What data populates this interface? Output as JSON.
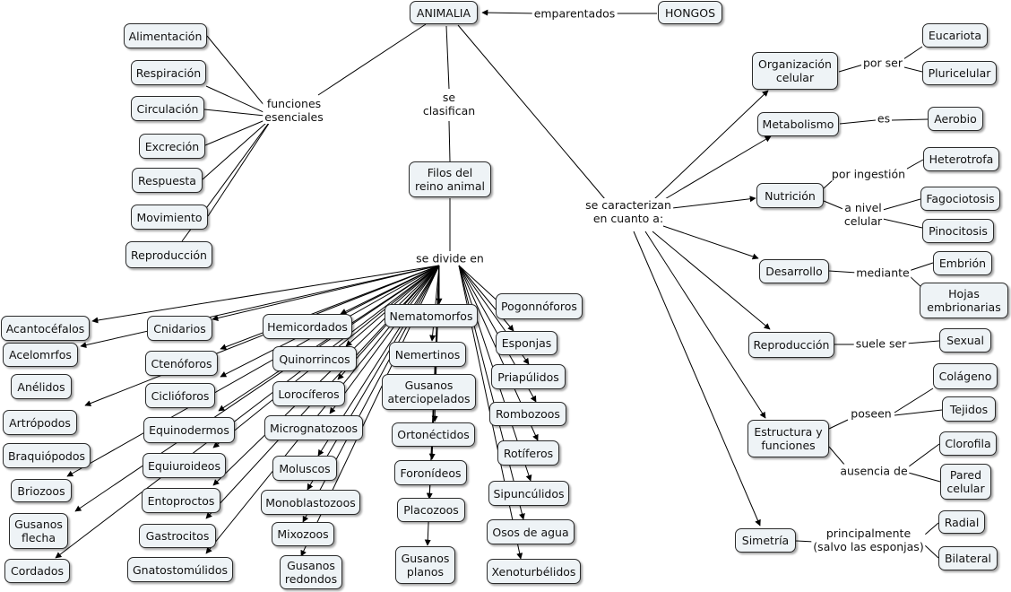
{
  "nodes": {
    "animalia": "ANIMALIA",
    "hongos": "HONGOS",
    "alimentacion": "Alimentación",
    "respiracion": "Respiración",
    "circulacion": "Circulación",
    "excrecion": "Excreción",
    "respuesta": "Respuesta",
    "movimiento": "Movimiento",
    "reproduccion_fn": "Reproducción",
    "filos": "Filos del\nreino animal",
    "acantocefalos": "Acantocéfalos",
    "acelomorfos": "Acelomrfos",
    "anelidos": "Anélidos",
    "artropodos": "Artrópodos",
    "braquiopodos": "Braquiópodos",
    "briozoos": "Briozoos",
    "gusanos_flecha": "Gusanos\nflecha",
    "cordados": "Cordados",
    "cnidarios": "Cnidarios",
    "ctenoforos": "Ctenóforos",
    "ciclioforos": "Ciclióforos",
    "equinodermos": "Equinodermos",
    "equiuroideos": "Equiuroideos",
    "entoproctos": "Entoproctos",
    "gastrocitos": "Gastrocitos",
    "gnatostomulidos": "Gnatostomúlidos",
    "hemicordados": "Hemicordados",
    "quinorrincos": "Quinorrincos",
    "loroceferos": "Lorocíferos",
    "micrognatozoos": "Micrognatozoos",
    "moluscos": "Moluscos",
    "monoblastozoos": "Monoblastozoos",
    "mixozoos": "Mixozoos",
    "gusanos_redondos": "Gusanos\nredondos",
    "nematomorfos": "Nematomorfos",
    "nemertinos": "Nemertinos",
    "gusanos_aterciopelados": "Gusanos\naterciopelados",
    "ortonectidos": "Ortonéctidos",
    "foronideos": "Foronídeos",
    "placozoos": "Placozoos",
    "gusanos_planos": "Gusanos\nplanos",
    "pogonoforos": "Pogonnóforos",
    "esponjas": "Esponjas",
    "priapulidos": "Priapúlidos",
    "rombozoos": "Rombozoos",
    "rotiferos": "Rotíferos",
    "sipunculidos": "Sipuncúlidos",
    "osos_agua": "Osos de agua",
    "xenoturbelidos": "Xenoturbélidos",
    "org_celular": "Organización\ncelular",
    "eucariota": "Eucariota",
    "pluricelular": "Pluricelular",
    "metabolismo": "Metabolismo",
    "aerobio": "Aerobio",
    "nutricion": "Nutrición",
    "heterotrofa": "Heterotrofa",
    "fagociotosis": "Fagociotosis",
    "pinocitosis": "Pinocitosis",
    "desarrollo": "Desarrollo",
    "embrion": "Embrión",
    "hojas": "Hojas\nembrionarias",
    "reproduccion_r": "Reproducción",
    "sexual": "Sexual",
    "estructura": "Estructura y\nfunciones",
    "colageno": "Colágeno",
    "tejidos": "Tejidos",
    "clorofila": "Clorofila",
    "pared": "Pared\ncelular",
    "simetria": "Simetría",
    "radial": "Radial",
    "bilateral": "Bilateral"
  },
  "links": {
    "emparentados": "emparentados",
    "funciones": "funciones\nesenciales",
    "se_clasifican": "se\nclasifican",
    "se_divide": "se divide en",
    "caracterizan": "se caracterizan\nen cuanto a:",
    "por_ser": "por ser",
    "es": "es",
    "por_ingestion": "por ingestión",
    "a_nivel": "a nivel\ncelular",
    "mediante": "mediante",
    "suele_ser": "suele ser",
    "poseen": "poseen",
    "ausencia": "ausencia de",
    "principalmente": "principalmente\n(salvo las esponjas)"
  }
}
